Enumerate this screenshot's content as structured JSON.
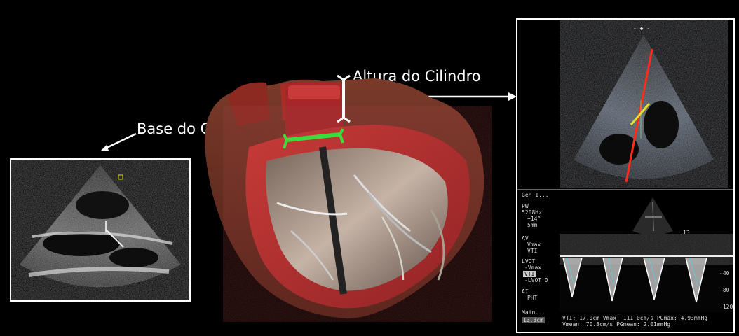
{
  "labels": {
    "base": "Base do Cilindro",
    "height": "Altura do Cilindro"
  },
  "right_panel": {
    "top_header": "- ◆ -",
    "header_tag": "Gen    1...",
    "pw_block": [
      "PW",
      "5208Hz",
      "+14°",
      "5mm"
    ],
    "av_block": [
      "AV",
      "Vmax",
      "VTI"
    ],
    "lvot_block": [
      "LVOT",
      "-Vmax",
      "VTI",
      "-LVOT D"
    ],
    "ai_block": [
      "AI",
      "PHT"
    ],
    "main_label": "Main...",
    "main_value": "13.3cm",
    "scale_top": "13",
    "scale_ticks": [
      "-40",
      "-80",
      "-120"
    ],
    "readout_line1": "VTI: 17.0cm Vmax: 111.0cm/s PGmax: 4.93mmHg",
    "readout_line2": "Vmean: 70.8cm/s PGmean: 2.01mmHg"
  },
  "colors": {
    "background": "#000000",
    "text": "#ffffff",
    "heart_tissue": "#b3262a",
    "heart_dark": "#5a1a12",
    "green_marker": "#3ddc3d",
    "red_line": "#ff2a1a",
    "yellow_marker": "#e8e02a"
  },
  "icons": [
    "arrow-icon",
    "arrow-icon",
    "bracket-marker-icon"
  ]
}
